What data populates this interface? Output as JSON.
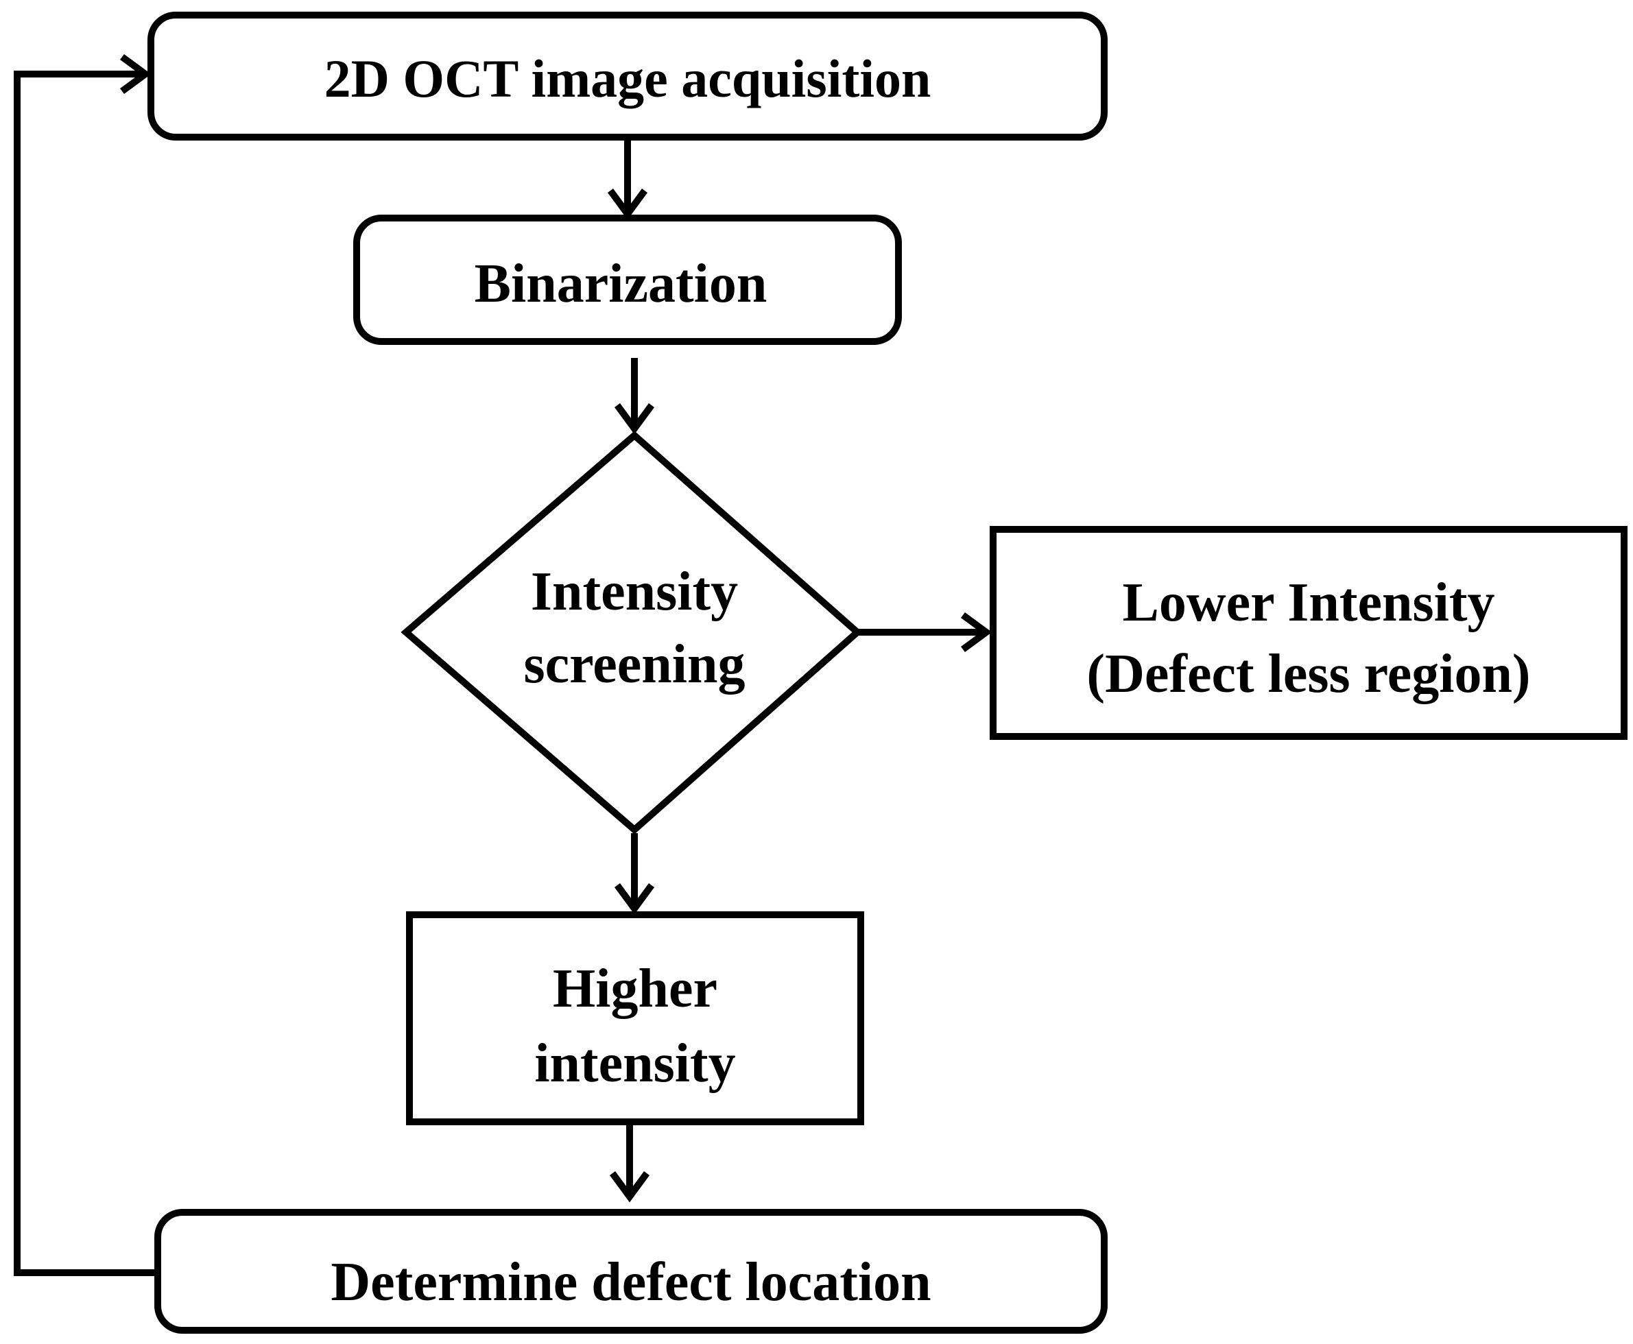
{
  "diagram": {
    "type": "flowchart",
    "stroke_color": "#000000",
    "background_color": "#ffffff",
    "nodes": {
      "acquisition": {
        "shape": "rounded-rectangle",
        "label": "2D OCT image acquisition"
      },
      "binarization": {
        "shape": "rounded-rectangle",
        "label": "Binarization"
      },
      "screening": {
        "shape": "diamond",
        "label_line1": "Intensity",
        "label_line2": "screening"
      },
      "lower": {
        "shape": "rectangle",
        "label_line1": "Lower Intensity",
        "label_line2": "(Defect less region)"
      },
      "higher": {
        "shape": "rectangle",
        "label_line1": "Higher",
        "label_line2": "intensity"
      },
      "determine": {
        "shape": "rounded-rectangle",
        "label": "Determine defect location"
      }
    },
    "edges": [
      {
        "from": "acquisition",
        "to": "binarization"
      },
      {
        "from": "binarization",
        "to": "screening"
      },
      {
        "from": "screening",
        "to": "lower"
      },
      {
        "from": "screening",
        "to": "higher"
      },
      {
        "from": "higher",
        "to": "determine"
      },
      {
        "from": "determine",
        "to": "acquisition"
      }
    ]
  }
}
